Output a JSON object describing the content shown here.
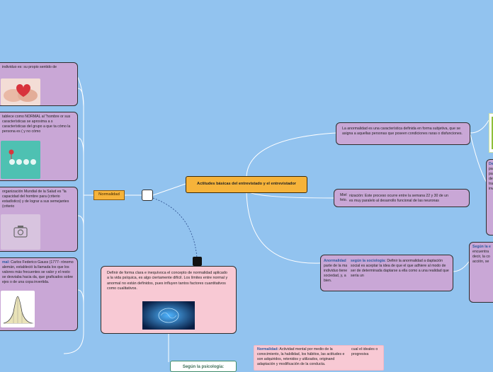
{
  "central": {
    "label": "Actitudes básicas del entrevistado y el entrevistador"
  },
  "normalidad": {
    "label": "Normalidad"
  },
  "right_nodes": {
    "anormalidad": "La anormalidad es una característica definida en forma subjetiva, que se asigna a aquellas personas que poseen condiciones raras o disfunciones.",
    "mielinizacion_a": "Miel",
    "mielinizacion_b": "feto.",
    "mielinizacion_c": "nización: Este proceso ocurre entre la semana 22 y 30 de un",
    "mielinizacion_d": "es muy paralelo al desarrollo funcional de las neuronas",
    "sociologia_title_a": "Anormalidad",
    "sociologia_left": "parte de la ma individuo tiene sociedad, y, a bien.",
    "sociologia_title_b": "según la sociología:",
    "sociologia_text": "Definir la anormalidad a daptación social es aceptar la idea de que el que adhiere al modo de ser de determinada daptarse a ella como a una realidad que sería un",
    "right_edge_1_title": "De",
    "right_edge_1_text": "pa pa de tra inv",
    "right_edge_2_title": "Según la e",
    "right_edge_2_text": "encuentra decir, la co acción, se"
  },
  "left_nodes": {
    "individuo": "individuo es: su propio sentido de",
    "normal_establece": "tablece como NORMAL al \"hombre or sus características se aproxima a s características del grupo a que ta cómo la persona es ( y no cómo",
    "oms": "organización Mundial de la Salud es \"la capacidad del hombre para (criterio estadístico) y de lograr a sus semejantes (criterio",
    "gauss_title": "mal:",
    "gauss_text": "Carlos Federico Gauss (1777- rónomo alemán, estableció la llamada los que los valores más frecuentes se valor y el resto se desviaba hacia da, que graficados sobre ejes o de una copa invertida."
  },
  "definition": {
    "text": "Definir de forma clara e inequívoca el concepto de normalidad aplicado a la vida psíquica, es algo ciertamente difícil. Los límites entre normal y anormal no están definidos, pues influyen tantos factores cuantitativos como cualitativos."
  },
  "psicologia": {
    "title": "Según la psicología:"
  },
  "bottom": {
    "title": "Normalidad:",
    "text": "Actividad mental por medio de la conocimiento, la habilidad, los hábitos, las actitudes e son adquiridos, retenidos y utilizados, originand adaptación y modificación de la conducta.",
    "side": "cual el ideales o progresiva"
  },
  "icons": {
    "camera": "camera-icon"
  },
  "colors": {
    "background": "#92c3ef",
    "central": "#f6b33a",
    "node_purple": "#c9a7d6",
    "node_pink": "#f8c9d4",
    "accent_blue": "#2c5aa0"
  }
}
